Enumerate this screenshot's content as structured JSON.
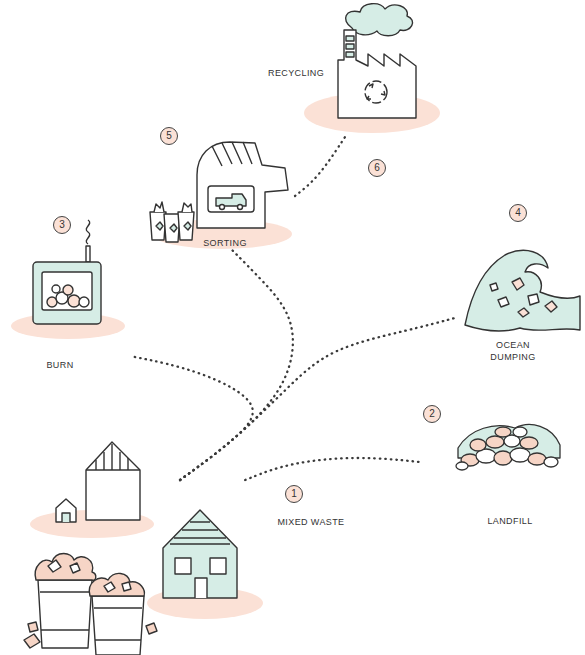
{
  "diagram": {
    "nodes": [
      {
        "text": [
          "RECYCLING"
        ]
      },
      {
        "text": [
          "5",
          "SORTING"
        ]
      },
      {
        "text": [
          "3",
          "BURN"
        ]
      },
      {
        "text": [
          "4",
          "OCEAN DUMPING"
        ]
      },
      {
        "text": [
          "2",
          "LANDFILL"
        ]
      },
      {
        "text": [
          "1",
          "MIXED WASTE"
        ]
      }
    ],
    "edges": [
      {
        "from": 5,
        "to": 4,
        "arrow": "none"
      },
      {
        "from": 5,
        "to": 2,
        "arrow": "none"
      },
      {
        "from": 5,
        "to": 3,
        "arrow": "none"
      },
      {
        "from": 5,
        "to": 1,
        "arrow": "none"
      },
      {
        "from": 1,
        "to": 0,
        "label": "6",
        "arrow": "none"
      }
    ]
  }
}
